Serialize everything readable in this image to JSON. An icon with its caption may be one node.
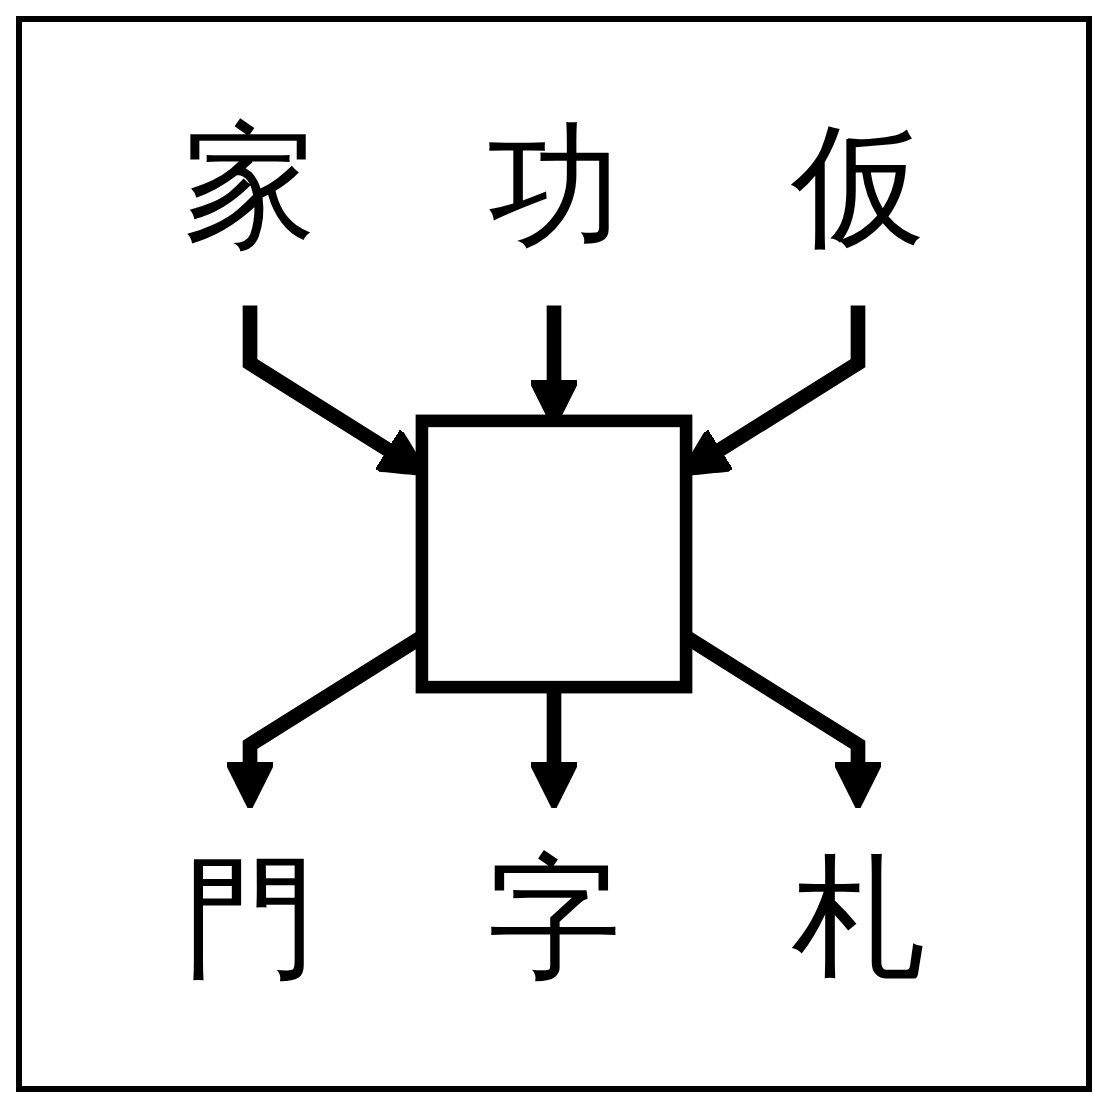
{
  "diagram": {
    "nodes": [
      {
        "text": [
          "家"
        ]
      },
      {
        "text": [
          "功"
        ]
      },
      {
        "text": [
          "仮"
        ]
      },
      {
        "text": [],
        "shape": "box"
      },
      {
        "text": [
          "門"
        ]
      },
      {
        "text": [
          "字"
        ]
      },
      {
        "text": [
          "札"
        ]
      }
    ],
    "edges": [
      {
        "from": 0,
        "to": 3,
        "arrow": "to"
      },
      {
        "from": 1,
        "to": 3,
        "arrow": "to"
      },
      {
        "from": 2,
        "to": 3,
        "arrow": "to"
      },
      {
        "from": 3,
        "to": 4,
        "arrow": "to"
      },
      {
        "from": 3,
        "to": 5,
        "arrow": "to"
      },
      {
        "from": 3,
        "to": 6,
        "arrow": "to"
      }
    ]
  }
}
